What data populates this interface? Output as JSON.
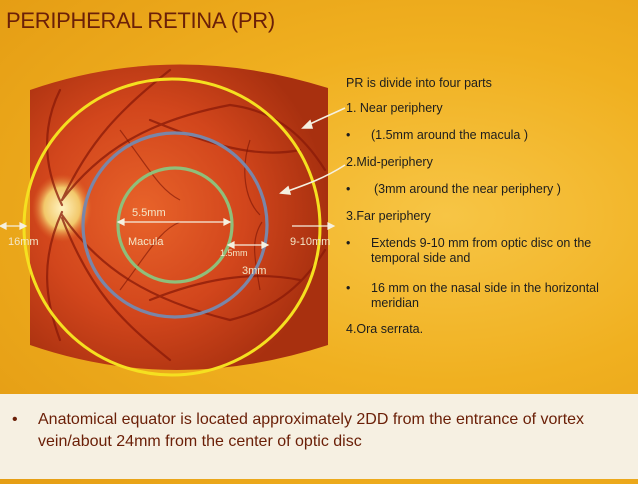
{
  "slide": {
    "title": "PERIPHERAL RETINA (PR)"
  },
  "figure": {
    "labels": {
      "mm16": "16mm",
      "macula": "Macula",
      "mm55": "5.5mm",
      "mm15": "1.5mm",
      "mm3": "3mm",
      "mm910": "9-10mm"
    },
    "colors": {
      "fundus": "#d2461c",
      "ring_green": "#8fbf7a",
      "ring_gray": "#7a86a8",
      "ring_yellow": "#f5e020"
    }
  },
  "parts": {
    "intro": "PR is divide into four parts",
    "p1_title": "1. Near periphery",
    "p1_bullet": "(1.5mm around the macula )",
    "p2_title": "2.Mid-periphery",
    "p2_bullet": "(3mm around the near periphery )",
    "p3_title": "3.Far periphery",
    "p3_bullet1": "Extends 9-10 mm  from optic disc on the temporal side and",
    "p3_bullet2": "16 mm on the nasal side in the horizontal meridian",
    "p4_title": "4.Ora serrata."
  },
  "footer": {
    "bullet_text": "Anatomical equator is located approximately 2DD from the entrance of vortex vein/about 24mm from the center of optic disc"
  }
}
